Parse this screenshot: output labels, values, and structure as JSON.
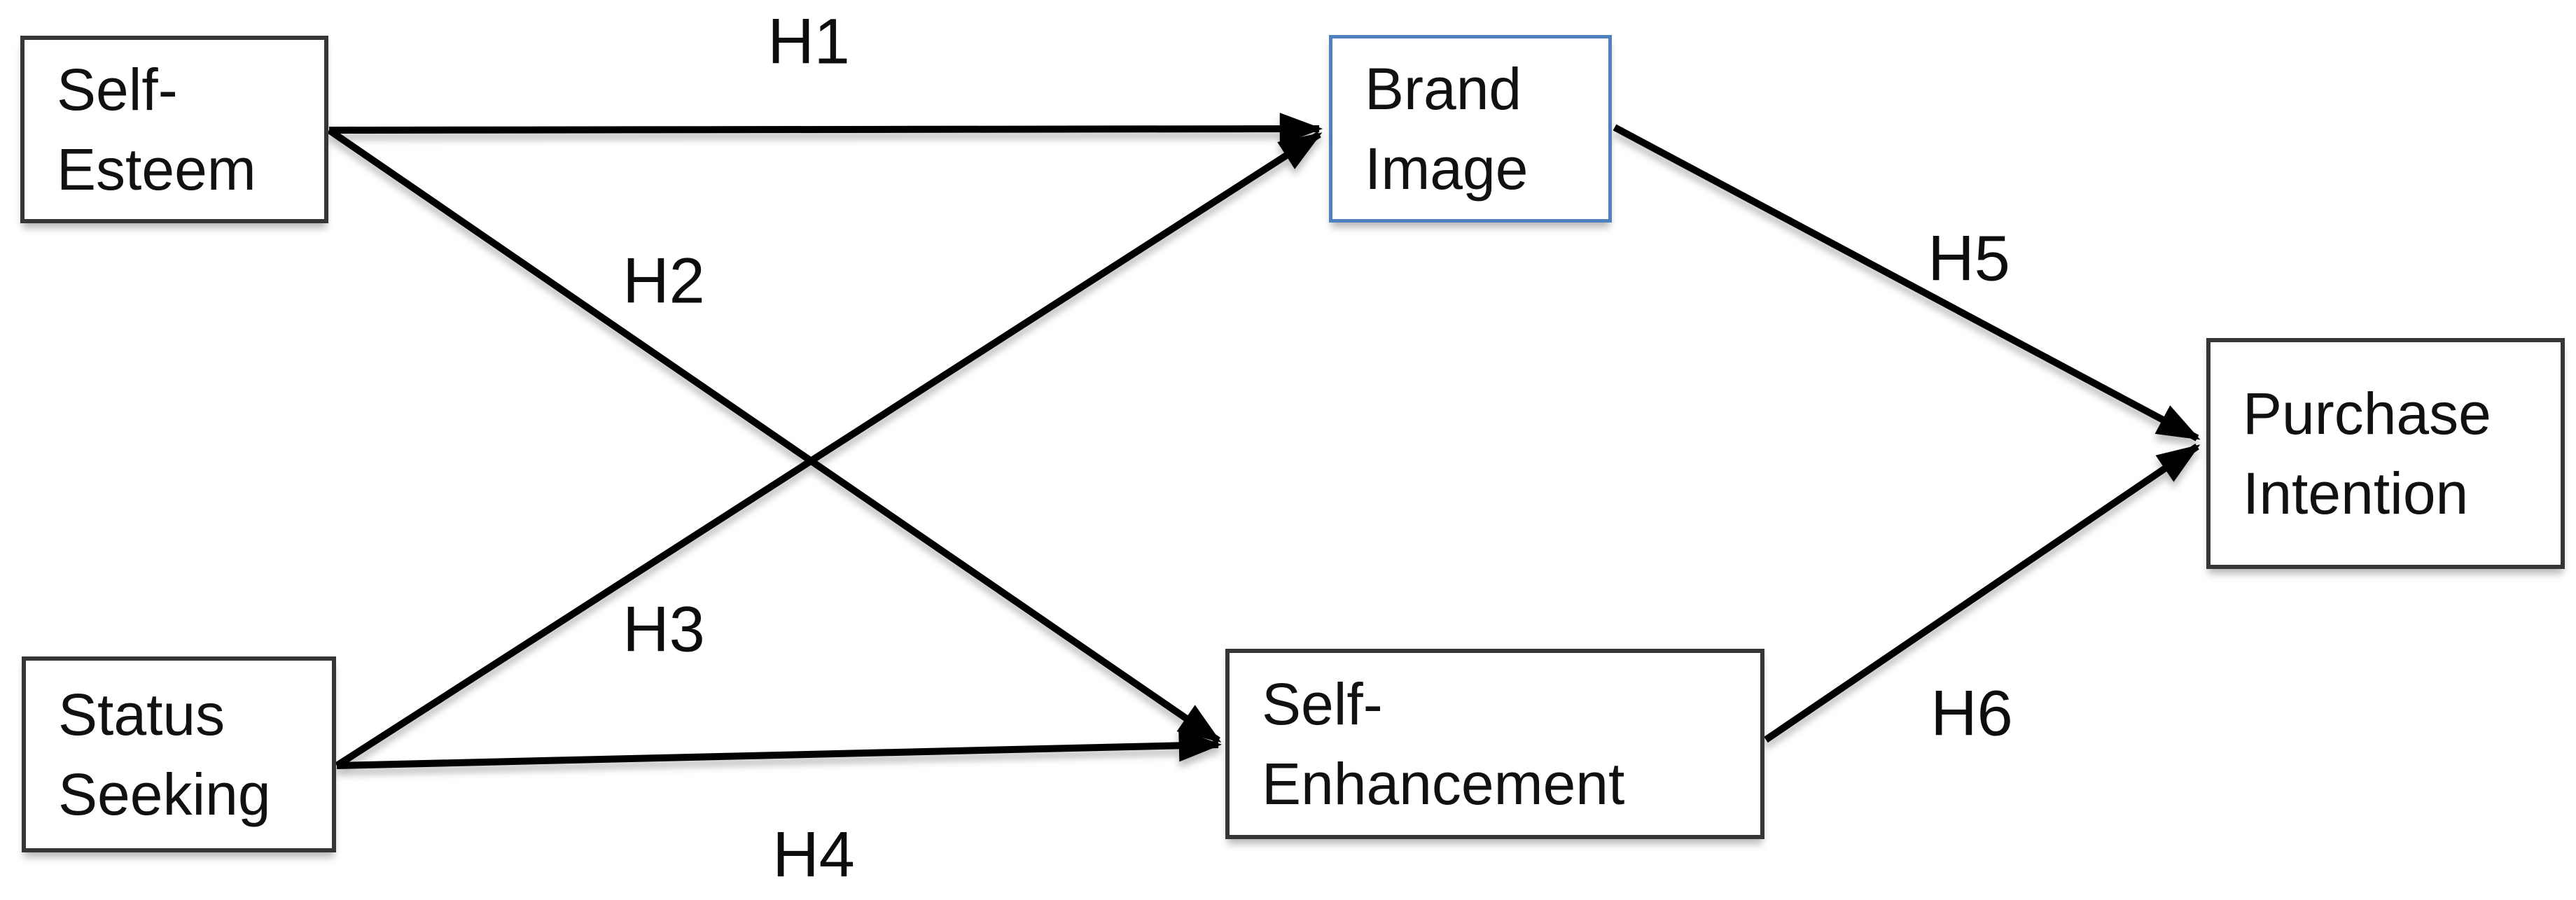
{
  "diagram": {
    "type": "hypothesis-path-model",
    "nodes": {
      "self_esteem": {
        "line1": "Self-",
        "line2": "Esteem"
      },
      "status_seeking": {
        "line1": "Status",
        "line2": "Seeking"
      },
      "brand_image": {
        "line1": "Brand",
        "line2": "Image"
      },
      "self_enhancement": {
        "line1": "Self-",
        "line2": "Enhancement"
      },
      "purchase_intention": {
        "line1": "Purchase",
        "line2": "Intention"
      }
    },
    "hypotheses": [
      {
        "id": "H1",
        "from": "Self-Esteem",
        "to": "Brand Image"
      },
      {
        "id": "H2",
        "from": "Self-Esteem",
        "to": "Self-Enhancement"
      },
      {
        "id": "H3",
        "from": "Status Seeking",
        "to": "Brand Image"
      },
      {
        "id": "H4",
        "from": "Status Seeking",
        "to": "Self-Enhancement"
      },
      {
        "id": "H5",
        "from": "Brand Image",
        "to": "Purchase Intention"
      },
      {
        "id": "H6",
        "from": "Self-Enhancement",
        "to": "Purchase Intention"
      }
    ],
    "colors": {
      "background": "#ffffff",
      "arrow": "#000000",
      "box_border": "#363636",
      "brand_image_border": "#4f81bd",
      "text": "#111111"
    }
  }
}
